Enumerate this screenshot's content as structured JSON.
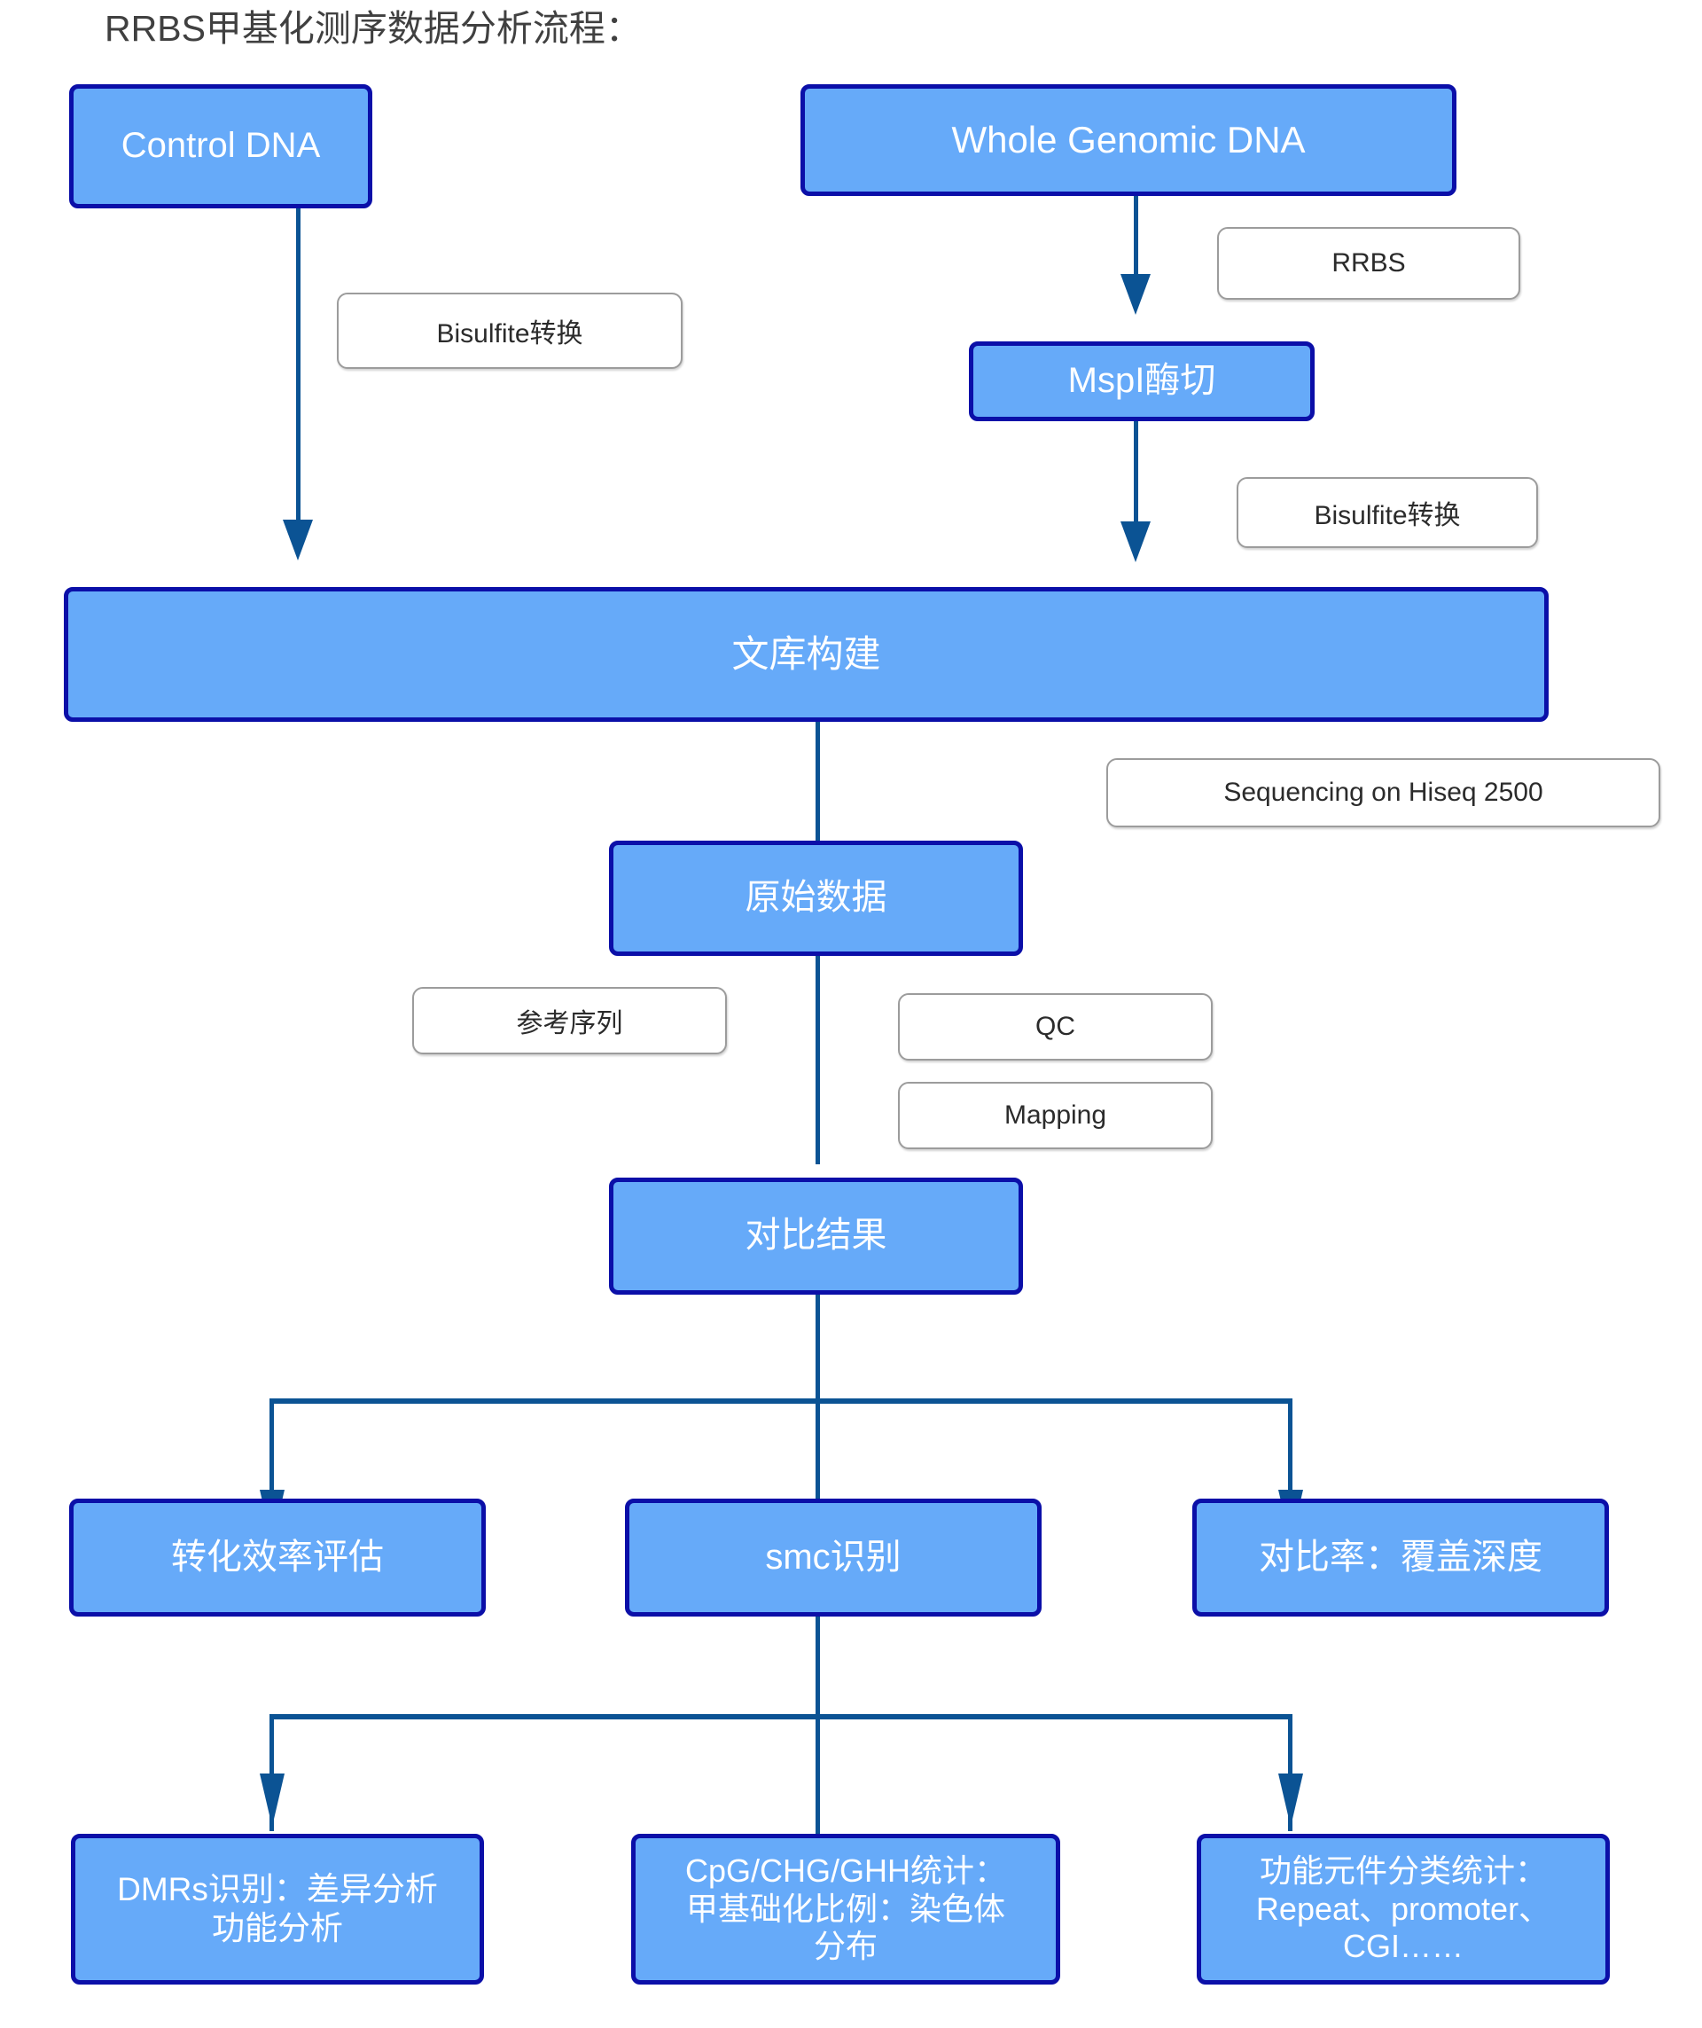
{
  "title": "RRBS甲基化测序数据分析流程：",
  "theme": {
    "node_fill": "#66aaf9",
    "node_border": "#0b0fa8",
    "node_text": "#ffffff",
    "note_border": "#9c9c9c",
    "note_text": "#2b2b2b",
    "connector": "#0b5394",
    "title_text": "#404040",
    "background": "#ffffff"
  },
  "nodes": {
    "control_dna": "Control DNA",
    "whole_genomic_dna": "Whole Genomic DNA",
    "mspi_digest": "MspI酶切",
    "library_construction": "文库构建",
    "raw_data": "原始数据",
    "alignment_result": "对比结果",
    "conversion_efficiency": "转化效率评估",
    "smc_identification": "smc识别",
    "mapping_rate_depth": "对比率：覆盖深度",
    "dmrs": "DMRs识别：差异分析\n功能分析",
    "dmrs_line1": "DMRs识别：差异分析",
    "dmrs_line2": "功能分析",
    "cpg_stats_line1": "CpG/CHG/GHH统计：",
    "cpg_stats_line2": "甲基础化比例：染色体",
    "cpg_stats_line3": "分布",
    "functional_line1": "功能元件分类统计：",
    "functional_line2": "Repeat、promoter、",
    "functional_line3": "CGI……"
  },
  "notes": {
    "bisulfite_left": "Bisulfite转换",
    "rrbs": "RRBS",
    "bisulfite_right": "Bisulfite转换",
    "sequencing": "Sequencing on Hiseq 2500",
    "reference_sequence": "参考序列",
    "qc": "QC",
    "mapping": "Mapping"
  }
}
